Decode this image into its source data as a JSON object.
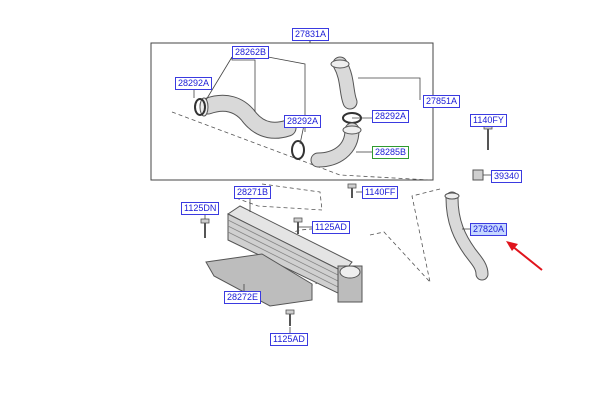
{
  "colors": {
    "label_text": "#1a1ad6",
    "label_border": "#3a3ae0",
    "highlight_fill": "#c6d8ff",
    "highlight_border": "#2f9a2f",
    "arrow": "#e0141c",
    "part_fill": "#d9d9d9",
    "part_stroke": "#555555",
    "leader": "#444444"
  },
  "labels": {
    "l_27831A": "27831A",
    "l_28262B": "28262B",
    "l_28292A_left": "28292A",
    "l_28292A_mid": "28292A",
    "l_28292A_right": "28292A",
    "l_27851A": "27851A",
    "l_28285B": "28285B",
    "l_1140FY": "1140FY",
    "l_39340": "39340",
    "l_1140FF": "1140FF",
    "l_28271B": "28271B",
    "l_1125DN": "1125DN",
    "l_1125AD_mid": "1125AD",
    "l_27820A": "27820A",
    "l_28272E": "28272E",
    "l_1125AD_bottom": "1125AD"
  }
}
